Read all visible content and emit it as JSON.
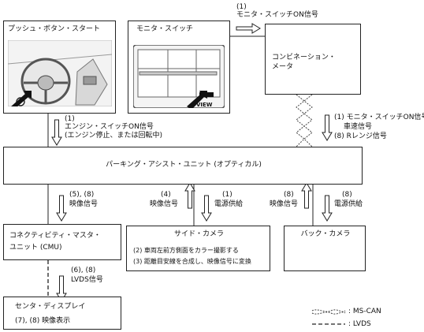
{
  "boxes": {
    "push_button": "プッシュ・ボタン・スタート",
    "monitor_switch": "モニタ・スイッチ",
    "meter_line1": "コンビネーション・",
    "meter_line2": "メータ",
    "pas_unit": "パーキング・アシスト・ユニット (オプティカル)",
    "cmu_line1": "コネクティビティ・マスタ・",
    "cmu_line2": "ユニット (CMU)",
    "side_camera": "サイド・カメラ",
    "side_note1": "(2) 車両左前方側面をカラー撮影する",
    "side_note2": "(3) 距離目安線を合成し、映像信号に変換",
    "back_camera": "バック・カメラ",
    "display": "センタ・ディスプレイ",
    "display_note": "(7), (8) 映像表示",
    "view_button": "VIEW"
  },
  "signals": {
    "monitor_num": "(1)",
    "monitor_on": "モニタ・スイッチON信号",
    "engine_num": "(1)",
    "engine_on": "エンジン・スイッチON信号",
    "engine_note": "(エンジン停止、または回転中)",
    "meter_line1": "(1) モニタ・スイッチON信号",
    "meter_line2": "車速信号",
    "meter_line3": "(8) Rレンジ信号",
    "cmu_num": "(5), (8)",
    "cmu_video": "映像信号",
    "side_video_num": "(4)",
    "side_video": "映像信号",
    "side_power_num": "(1)",
    "side_power": "電源供給",
    "back_video_num": "(8)",
    "back_video": "映像信号",
    "back_power_num": "(8)",
    "back_power": "電源供給",
    "lvds_num": "(6), (8)",
    "lvds_signal": "LVDS信号"
  },
  "legend": {
    "mscan": ": MS-CAN",
    "lvds": ": LVDS"
  }
}
